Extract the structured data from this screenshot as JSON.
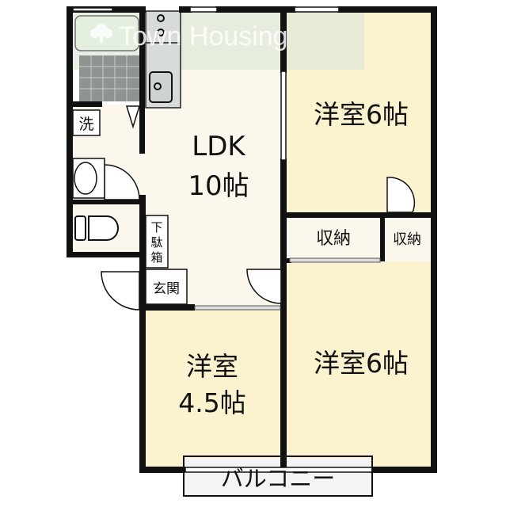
{
  "watermark": {
    "text": "Town Housing"
  },
  "colors": {
    "wall": "#111111",
    "ldk_floor": "#fbf7ec",
    "room_floor": "#fbf3cf",
    "watermark_band": "#e4efe0",
    "fixture": "#d8dcd8"
  },
  "rooms": {
    "ldk": {
      "name": "LDK",
      "size": "10帖"
    },
    "western_top_right": {
      "name": "洋室6帖"
    },
    "storage_left": {
      "name": "収納"
    },
    "storage_right": {
      "name": "収納"
    },
    "western_bottom_right": {
      "name": "洋室6帖"
    },
    "western_bottom_left": {
      "name": "洋室",
      "size": "4.5帖"
    },
    "laundry": {
      "name": "洗"
    },
    "shoe_box": {
      "line1": "下",
      "line2": "駄",
      "line3": "箱"
    },
    "entrance": {
      "name": "玄関"
    },
    "balcony": {
      "name": "バルコニー"
    }
  }
}
